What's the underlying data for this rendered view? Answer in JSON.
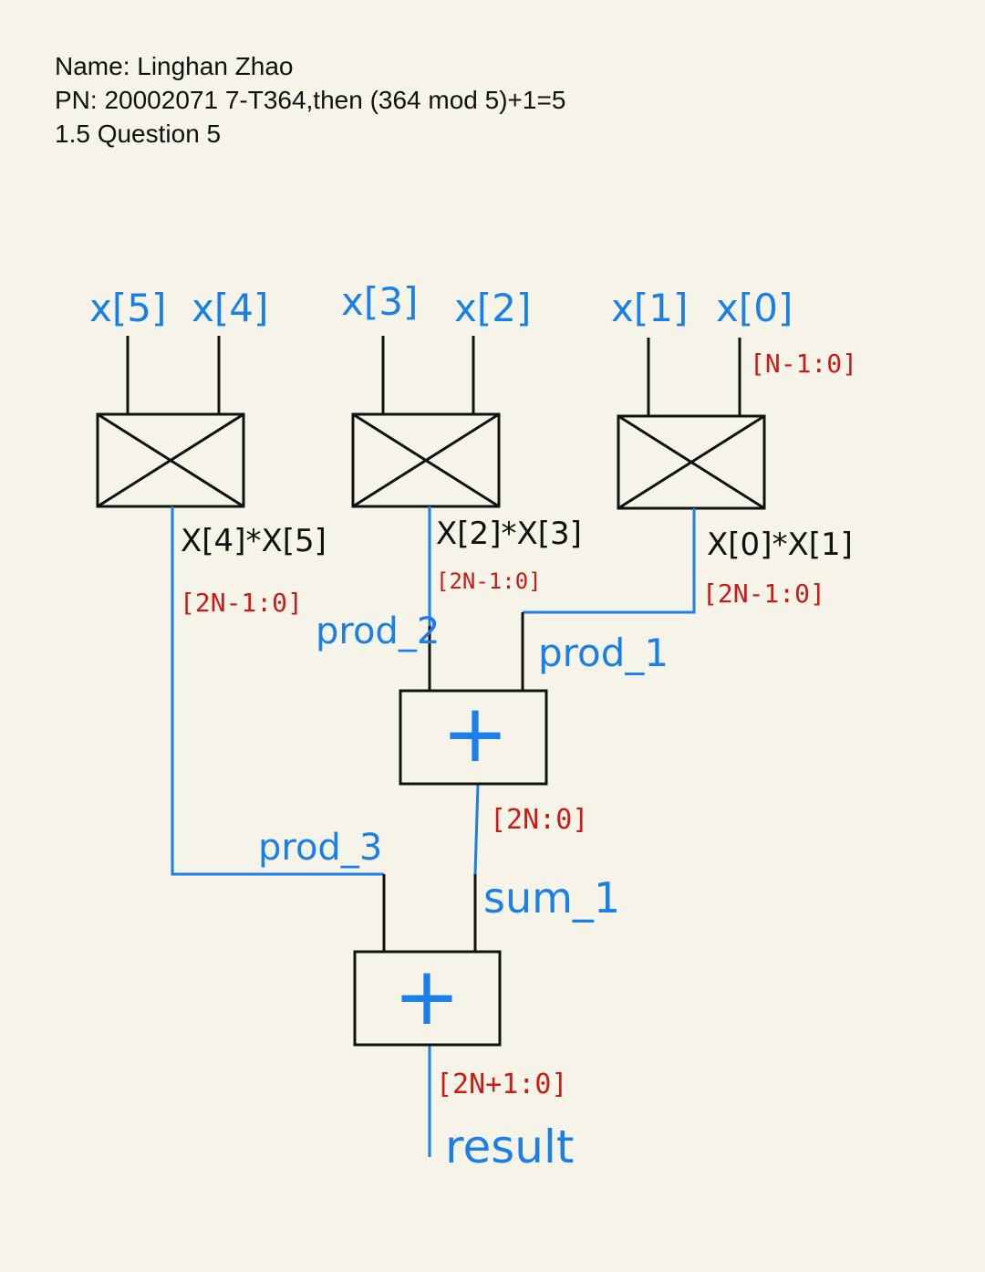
{
  "header": {
    "name_line": "Name: Linghan Zhao",
    "pn_line": "PN: 20002071 7-T364,then (364 mod 5)+1=5",
    "question_line": "1.5 Question 5"
  },
  "diagram": {
    "inputs": {
      "x5": "x[5]",
      "x4": "x[4]",
      "x3": "x[3]",
      "x2": "x[2]",
      "x1": "x[1]",
      "x0": "x[0]"
    },
    "input_width": "[N-1:0]",
    "products": {
      "p3_expr": "X[4]*X[5]",
      "p2_expr": "X[2]*X[3]",
      "p1_expr": "X[0]*X[1]",
      "p3_width": "[2N-1:0]",
      "p2_width": "[2N-1:0]",
      "p1_width": "[2N-1:0]"
    },
    "signals": {
      "prod_1": "prod_1",
      "prod_2": "prod_2",
      "prod_3": "prod_3",
      "sum_1": "sum_1",
      "result": "result"
    },
    "sum_1_width": "[2N:0]",
    "result_width": "[2N+1:0]",
    "adder_symbol": "+",
    "colors": {
      "wire_blue": "#1a7fe6",
      "label_red": "#cc1a14",
      "line_black": "#111111",
      "paper": "#f6f4e9"
    }
  }
}
